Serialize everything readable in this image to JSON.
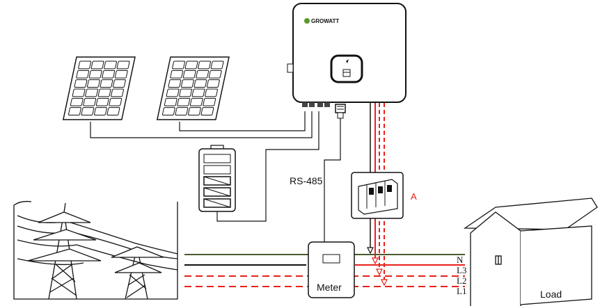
{
  "inverter": {
    "brand": "GROWATT"
  },
  "labels": {
    "communication": "RS-485",
    "breaker": "A",
    "meter": "Meter",
    "load": "Load"
  },
  "bus_lines": [
    {
      "label": "N",
      "color": "#4a5a2a",
      "style": "solid"
    },
    {
      "label": "L3",
      "color": "#e8201a",
      "style": "solid"
    },
    {
      "label": "L2",
      "color": "#e8201a",
      "style": "dashed"
    },
    {
      "label": "L1",
      "color": "#e8201a",
      "style": "dashed"
    }
  ],
  "colors": {
    "line": "#111111",
    "phase": "#e8201a",
    "neutral": "#4a5a2a",
    "brand": "#5a9a2a"
  },
  "icons": [
    "solar-panel-icon",
    "battery-icon",
    "inverter-icon",
    "breaker-icon",
    "meter-icon",
    "transmission-tower-icon",
    "house-icon"
  ]
}
